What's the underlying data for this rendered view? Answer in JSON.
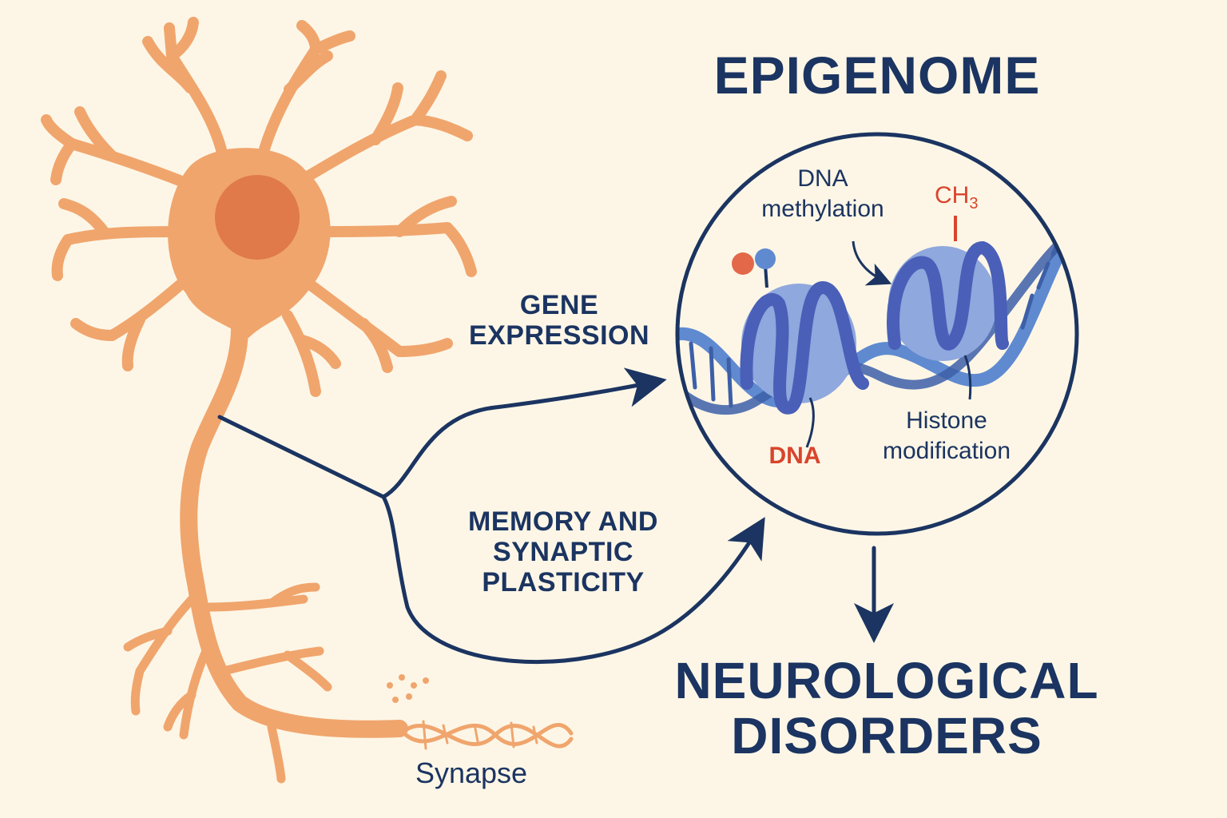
{
  "title": "EPIGENOME",
  "outcome": {
    "line1": "NEUROLOGICAL",
    "line2": "DISORDERS"
  },
  "pathways": {
    "gene_expression": {
      "line1": "GENE",
      "line2": "EXPRESSION"
    },
    "memory": {
      "line1": "MEMORY AND",
      "line2": "SYNAPTIC",
      "line3": "PLASTICITY"
    }
  },
  "inset_labels": {
    "dna_methylation": {
      "line1": "DNA",
      "line2": "methylation"
    },
    "methyl_group": {
      "base": "CH",
      "subscript": "3"
    },
    "dna": "DNA",
    "histone_modification": {
      "line1": "Histone",
      "line2": "modification"
    }
  },
  "neuron_label": "Synapse",
  "colors": {
    "background": "#fdf6e6",
    "neuron": "#f0a56d",
    "nucleus": "#e07a4a",
    "text_navy": "#1b3461",
    "accent_red": "#d9442c",
    "histone": "#8fa8dd",
    "dna_strand": "#4a5fb8"
  }
}
